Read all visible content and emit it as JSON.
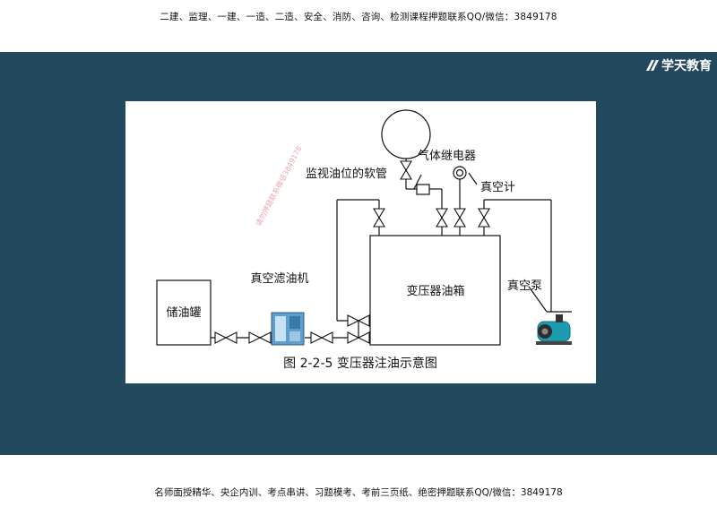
{
  "top_banner": "二建、监理、一建、一造、二造、安全、消防、咨询、检测课程押题联系QQ/微信：3849178",
  "bottom_banner": "名师面授精华、央企内训、考点串讲、习题模考、考前三页纸、绝密押题联系QQ/微信：3849178",
  "brand": "学天教育",
  "diagram": {
    "caption": "图 2-2-5   变压器注油示意图",
    "labels": {
      "storage_tank": "储油罐",
      "vacuum_filter": "真空滤油机",
      "transformer_tank": "变压器油箱",
      "hose": "监视油位的软管",
      "gas_relay": "气体继电器",
      "vacuum_gauge": "真空计",
      "vacuum_pump": "真空泵"
    },
    "watermark": "请勿押题联系微信3849178"
  },
  "colors": {
    "slide_bg": "#23495e",
    "line": "#111111",
    "pump_accent": "#1f9bb0"
  }
}
